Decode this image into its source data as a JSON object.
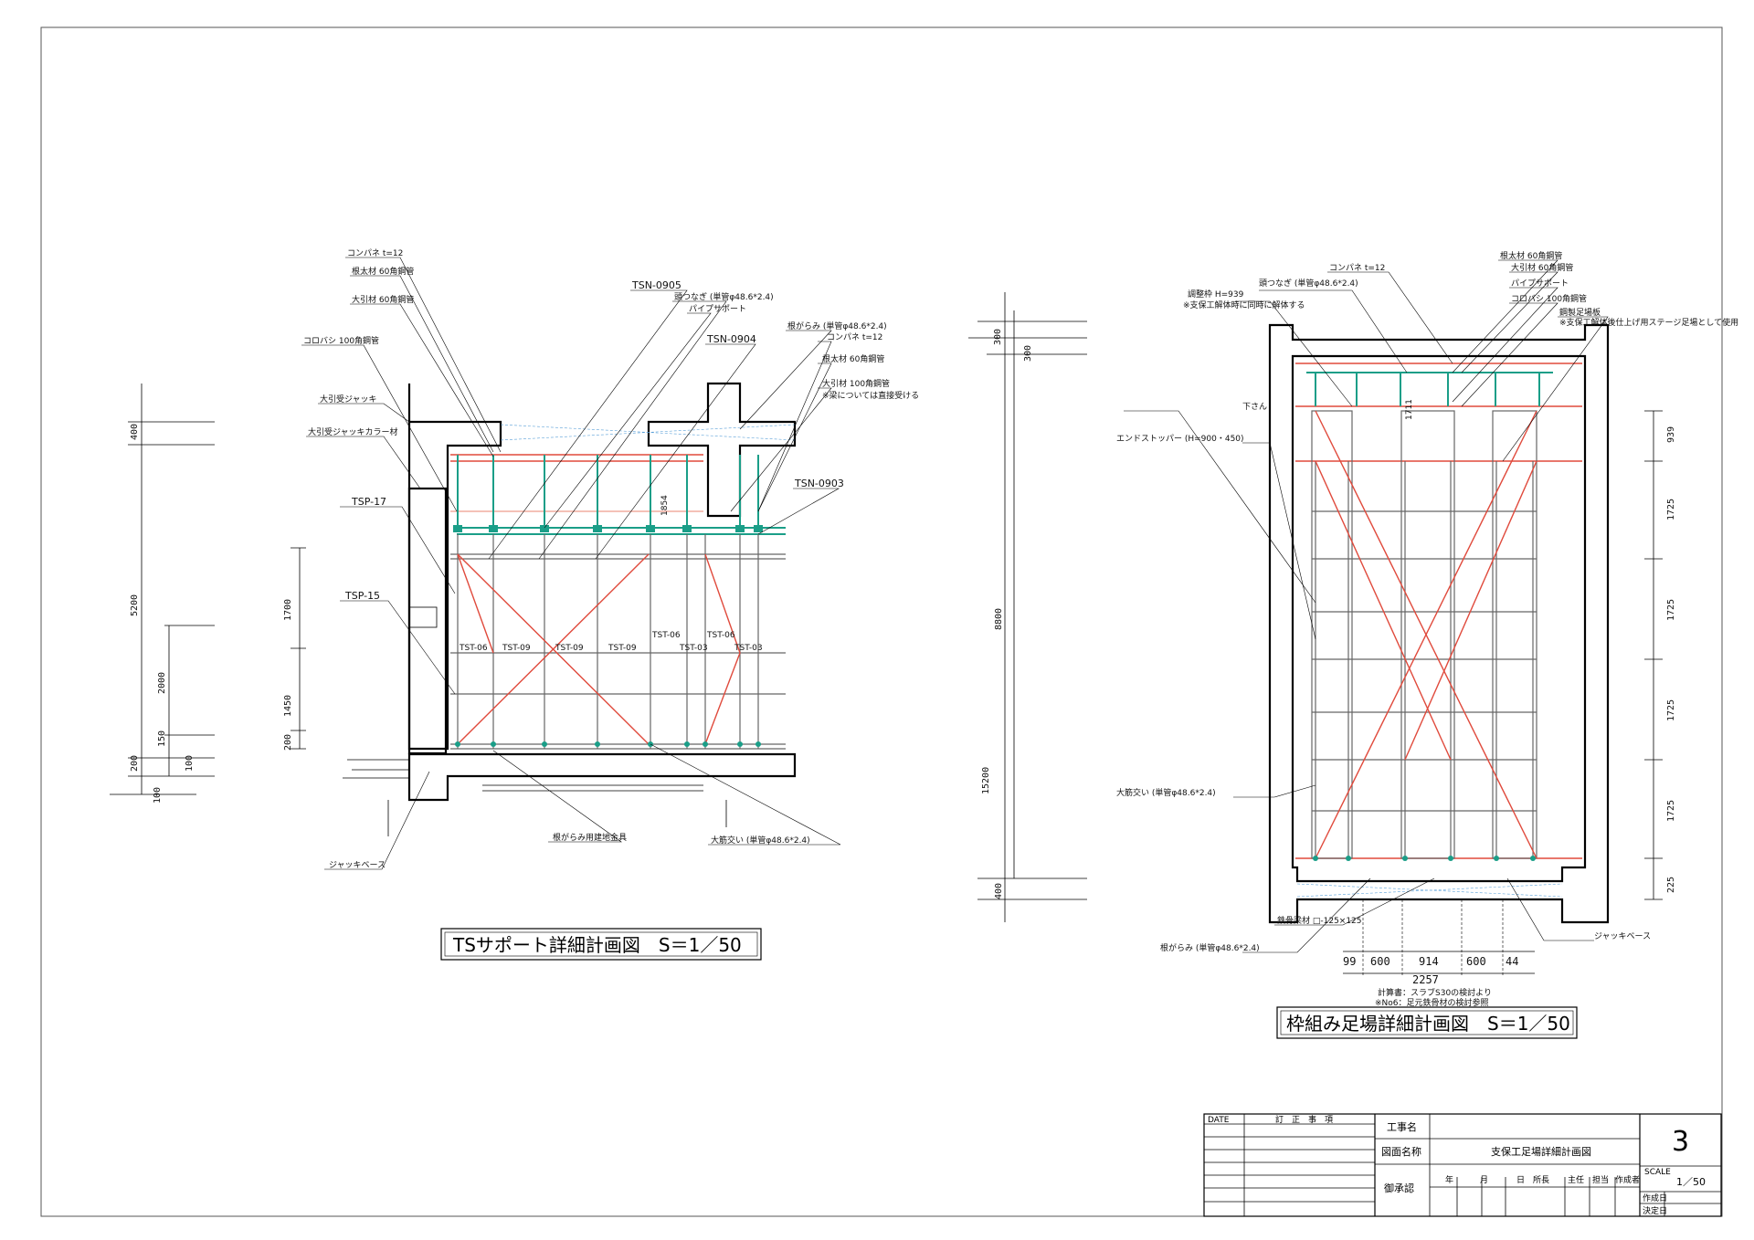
{
  "colors": {
    "line": "#000000",
    "brace_red": "#e04a3c",
    "support_teal": "#1a9e88",
    "concrete_hatch_blue": "#5aa0d8",
    "scaffold_gray": "#666666"
  },
  "left_drawing": {
    "title": "TSサポート詳細計画図　S＝1／50",
    "labels": {
      "konpane": "コンパネ t=12",
      "neda": "根太材 60角鋼管",
      "obiki": "大引材 60角鋼管",
      "korobashi": "コロバシ 100角鋼管",
      "oobiki_jack": "大引受ジャッキ",
      "oobiki_jack_collar": "大引受ジャッキカラー材",
      "tsp17": "TSP-17",
      "tsp15": "TSP-15",
      "tsn0905": "TSN-0905",
      "atama_tsunagi": "頭つなぎ (単管φ48.6*2.4)",
      "pipe_support": "パイプサポート",
      "tsn0904": "TSN-0904",
      "negarami_top": "根がらみ (単管φ48.6*2.4)",
      "konpane2": "コンパネ t=12",
      "neda2": "根太材 60角鋼管",
      "obiki100": "大引材 100角鋼管",
      "beam_note": "※梁については直接受ける",
      "tsn0903": "TSN-0903",
      "negarami_clamp": "根がらみ用建地金具",
      "ohsujikai": "大筋交い (単管φ48.6*2.4)",
      "jack_base": "ジャッキベース",
      "dim_1854": "1854"
    },
    "tst_labels": [
      "TST-06",
      "TST-09",
      "TST-09",
      "TST-09",
      "TST-06",
      "TST-03",
      "TST-06",
      "TST-03"
    ],
    "dims_outer": [
      "400",
      "5200",
      "2000",
      "150",
      "200",
      "100",
      "100"
    ],
    "dims_inner": [
      "1700",
      "1450",
      "200"
    ]
  },
  "right_drawing": {
    "title": "枠組み足場詳細計画図　S＝1／50",
    "labels": {
      "konpane": "コンパネ t=12",
      "atama_tsunagi": "頭つなぎ (単管φ48.6*2.4)",
      "chousei": "調整枠 H=939",
      "chousei_note": "※支保工解体時に同時に解体する",
      "neda": "根太材 60角鋼管",
      "obiki": "大引材 60角鋼管",
      "pipe_support": "パイプサポート",
      "korobashi": "コロバシ 100角鋼管",
      "koseiita": "鋼製足場板",
      "koseiita_note": "※支保工解体後仕上げ用ステージ足場として使用",
      "shitasan": "下さん",
      "end_stopper": "エンドストッパー (H=900・450)",
      "ohsujikai": "大筋交い (単管φ48.6*2.4)",
      "steel_beam": "鉄骨梁材 □-125×125",
      "negarami": "根がらみ (単管φ48.6*2.4)",
      "jack_base": "ジャッキベース",
      "dim_1711": "1711",
      "calc_note1": "計算書：スラブS30の検討より",
      "calc_note2": "※No6：足元鉄骨材の検討参照"
    },
    "dims_left": [
      "300",
      "300",
      "8800",
      "15200",
      "400"
    ],
    "dims_right": [
      "939",
      "1725",
      "1725",
      "1725",
      "1725",
      "225"
    ],
    "dims_bottom": [
      "99",
      "600",
      "914",
      "600",
      "44"
    ],
    "dim_total": "2257"
  },
  "title_block": {
    "date_label": "DATE",
    "revision_header": "訂　正　事　項",
    "project_label": "工事名",
    "drawing_name_label": "図面名称",
    "drawing_name": "支保工足場詳細計画図",
    "approval_label": "御承認",
    "date_cols": [
      "年",
      "月",
      "日"
    ],
    "role_cols": [
      "所長",
      "主任",
      "担当",
      "作成者"
    ],
    "sheet_number": "3",
    "scale_label": "SCALE",
    "scale_value": "1／50",
    "created_label": "作成日",
    "decided_label": "決定日"
  }
}
